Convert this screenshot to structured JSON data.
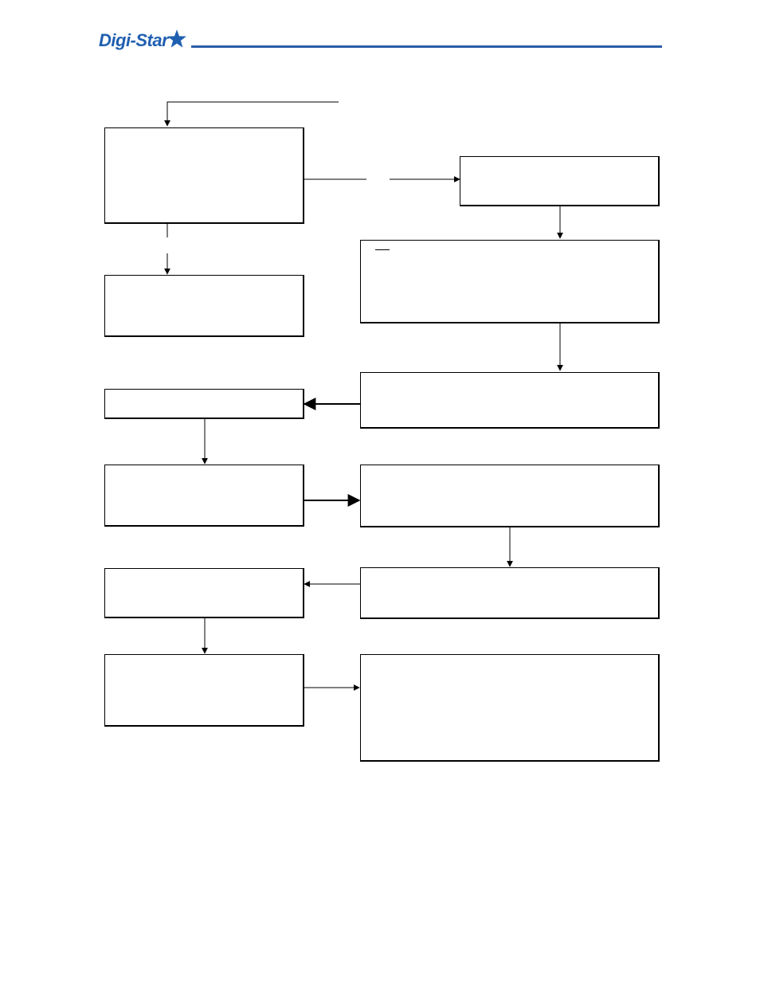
{
  "header": {
    "brand": "Digi-Star",
    "rule_color": "#2a5da8",
    "brand_color": "#1f5fb0",
    "icon": "star-icon"
  },
  "flowchart": {
    "boxes": [
      {
        "id": "box-start",
        "text": ""
      },
      {
        "id": "box-right-1",
        "text": ""
      },
      {
        "id": "box-right-2",
        "text": ""
      },
      {
        "id": "box-left-2",
        "text": ""
      },
      {
        "id": "box-right-3",
        "text": ""
      },
      {
        "id": "box-left-3",
        "text": ""
      },
      {
        "id": "box-left-4",
        "text": ""
      },
      {
        "id": "box-right-4",
        "text": ""
      },
      {
        "id": "box-right-5",
        "text": ""
      },
      {
        "id": "box-left-5",
        "text": ""
      },
      {
        "id": "box-left-6",
        "text": ""
      },
      {
        "id": "box-right-6",
        "text": ""
      }
    ]
  }
}
